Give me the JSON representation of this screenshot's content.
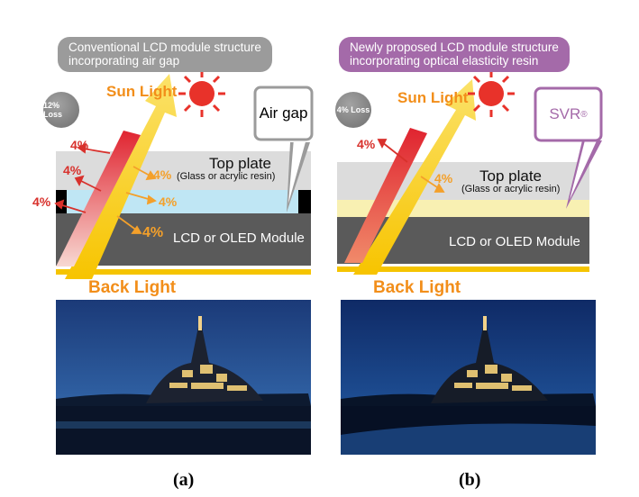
{
  "panels": {
    "a": {
      "header": "Conventional LCD module structure\nincorporating air gap",
      "loss_badge": "12% Loss",
      "sun_light": "Sun Light",
      "callout": "Air gap",
      "reflections": [
        "4%",
        "4%",
        "4%",
        "4%",
        "4%",
        "4%"
      ],
      "top_plate": "Top plate",
      "top_plate_sub": "(Glass or acrylic resin)",
      "module": "LCD or OLED Module",
      "back_light": "Back Light",
      "caption": "(a)"
    },
    "b": {
      "header": "Newly proposed LCD module structure\nincorporating optical elasticity resin",
      "loss_badge": "4% Loss",
      "sun_light": "Sun Light",
      "callout": "SVR",
      "callout_mark": "®",
      "reflections": [
        "4%",
        "4%"
      ],
      "top_plate": "Top plate",
      "top_plate_sub": "(Glass or acrylic resin)",
      "module": "LCD or OLED Module",
      "back_light": "Back Light",
      "caption": "(b)"
    }
  },
  "colors": {
    "header_a": "#9b9b9b",
    "header_b": "#a46aa9",
    "sun": "#e8322a",
    "orange": "#f28e1a",
    "air_gap": "#bfe6f4",
    "resin": "#f8f0b2",
    "module": "#5a5a5a",
    "backlight": "#f5c400"
  }
}
